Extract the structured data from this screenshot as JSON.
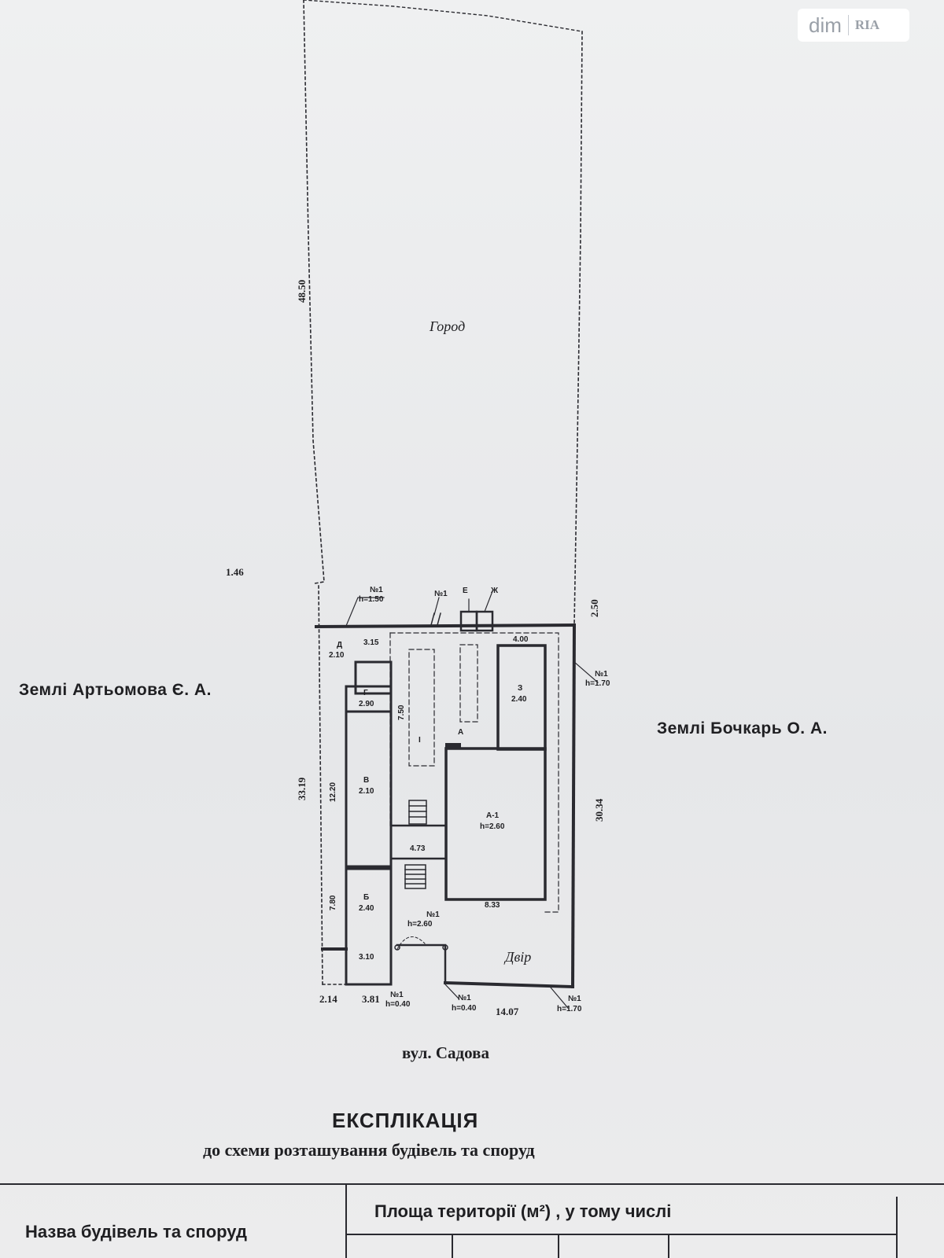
{
  "watermark": {
    "brand": "dim",
    "brand2": "RIA"
  },
  "plan": {
    "garden_label": "Город",
    "yard_label": "Двір",
    "left_neighbor": "Землі Артьомова Є. А.",
    "right_neighbor": "Землі Бочкарь О. А.",
    "street": "вул. Садова",
    "dimensions": {
      "left_upper": "48.50",
      "left_lower": "33.19",
      "corner": "1.46",
      "top_right": "2.50",
      "right_side": "30.34",
      "bottom_a": "2.14",
      "bottom_b": "3.81",
      "bottom_c": "14.07",
      "d315": "3.15",
      "d750": "7.50",
      "d210": "2.10",
      "d12": "12.20",
      "d473": "4.73",
      "d80": "7.80",
      "d310": "3.10",
      "d833": "8.33",
      "d400": "4.00"
    },
    "room_labels": {
      "d": "Д",
      "d_height": "2.10",
      "g": "Г",
      "g_h": "2.90",
      "v": "В",
      "v_h": "2.10",
      "b": "Б",
      "b_h": "2.40",
      "z": "З",
      "z_h": "2.40",
      "al": "А-1",
      "al_h": "h=2.60",
      "i": "І",
      "a": "А",
      "e": "Е",
      "zh": "Ж"
    },
    "fences": {
      "n1": "№1",
      "h150": "h=1.50",
      "h170": "h=1.70",
      "h260": "h=2.60",
      "h040": "h=0.40"
    }
  },
  "explication": {
    "title": "ЕКСПЛІКАЦІЯ",
    "subtitle": "до схеми розташування будівель та споруд",
    "col_name": "Назва будівель та споруд",
    "col_area": "Площа території (м²) , у тому числі"
  }
}
